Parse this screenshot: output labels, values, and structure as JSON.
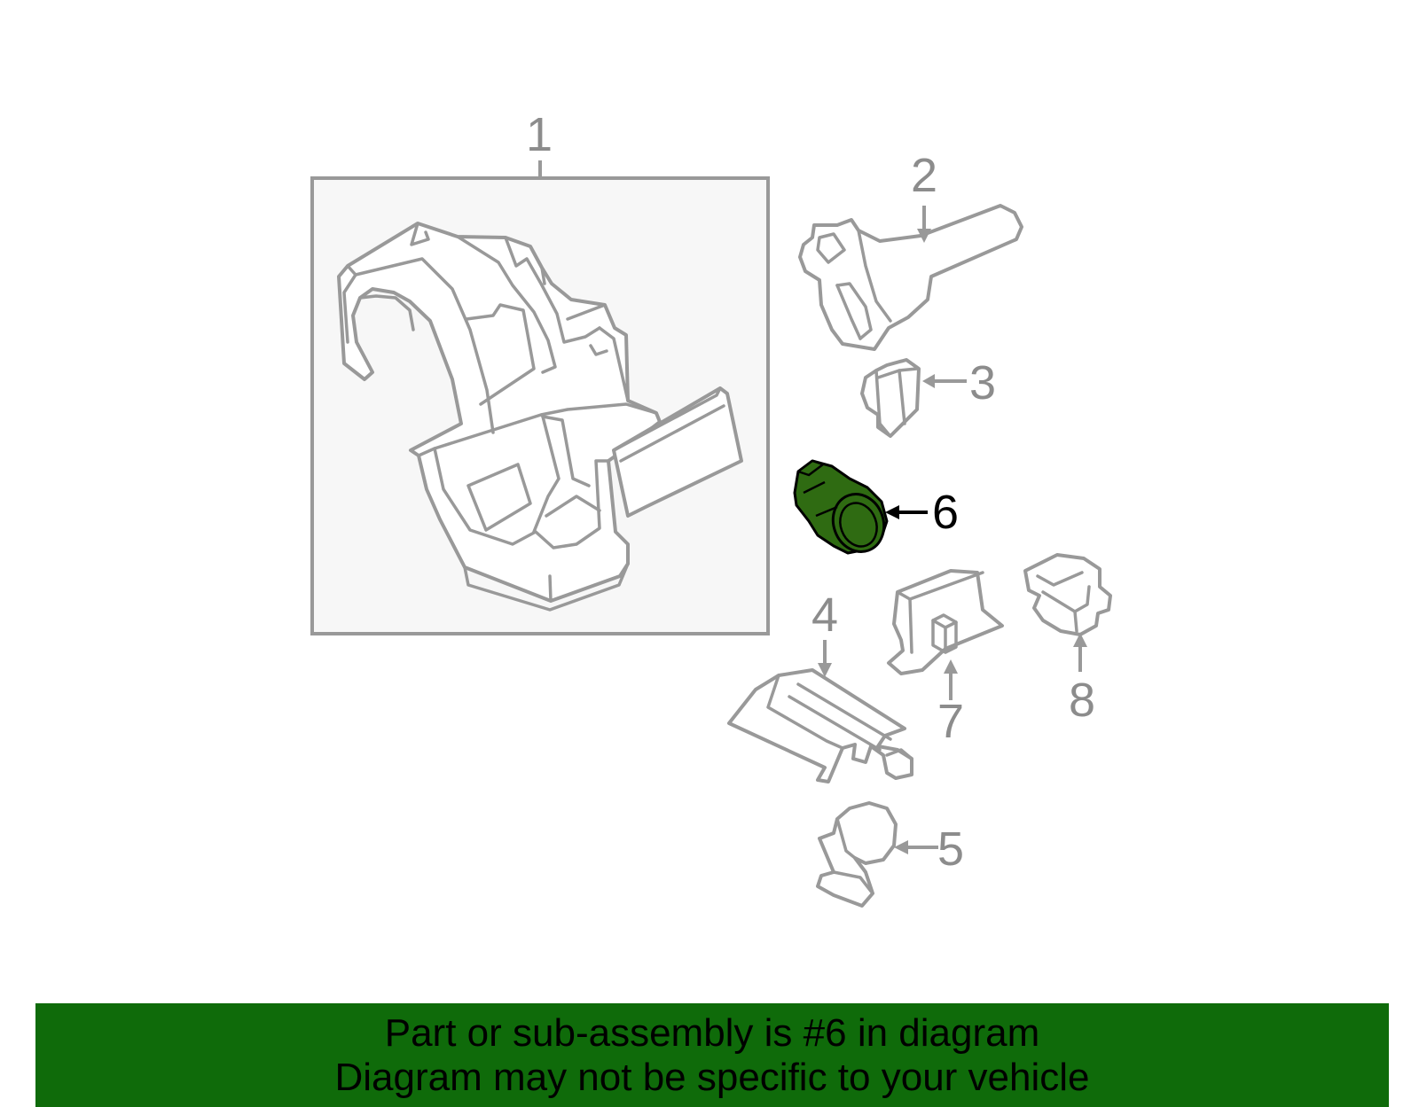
{
  "callouts": [
    "1",
    "2",
    "3",
    "4",
    "5",
    "6",
    "7",
    "8"
  ],
  "highlighted_part": "6",
  "colors": {
    "highlight_fill": "#2f6b12",
    "banner": "#0f6b0a",
    "outline": "#999999",
    "box_fill": "#f7f7f7"
  },
  "banner": {
    "line1": "Part or sub-assembly is #6 in diagram",
    "line2": "Diagram may not be specific to your vehicle"
  }
}
